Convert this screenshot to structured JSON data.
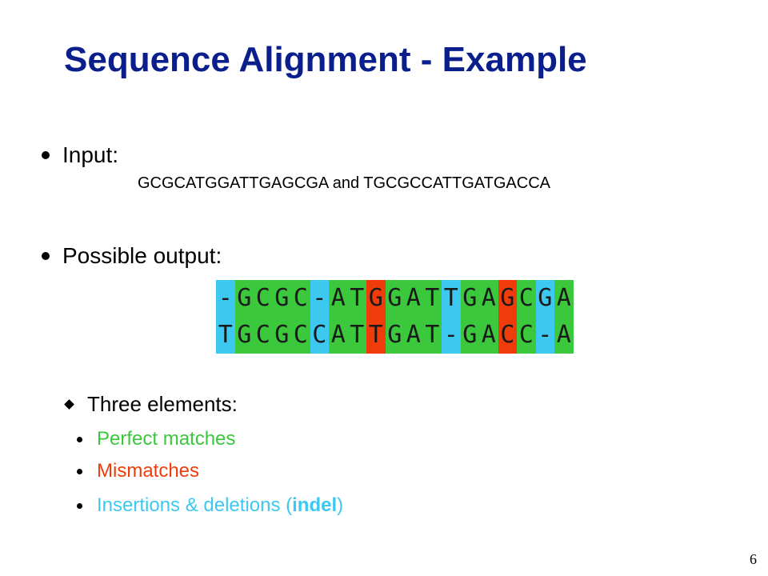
{
  "slide": {
    "title": "Sequence Alignment - Example",
    "page_number": "6"
  },
  "input": {
    "label": "Input:",
    "sequences": "GCGCATGGATTGAGCGA and TGCGCCATTGATGACCA"
  },
  "output": {
    "label": "Possible output:",
    "alignment": {
      "top": [
        "-",
        "G",
        "C",
        "G",
        "C",
        "-",
        "A",
        "T",
        "G",
        "G",
        "A",
        "T",
        "T",
        "G",
        "A",
        "G",
        "C",
        "G",
        "A"
      ],
      "bottom": [
        "T",
        "G",
        "C",
        "G",
        "C",
        "C",
        "A",
        "T",
        "T",
        "G",
        "A",
        "T",
        "-",
        "G",
        "A",
        "C",
        "C",
        "-",
        "A"
      ],
      "column_types": [
        "indel",
        "match",
        "match",
        "match",
        "match",
        "indel",
        "match",
        "match",
        "mismatch",
        "match",
        "match",
        "match",
        "indel",
        "match",
        "match",
        "mismatch",
        "match",
        "indel",
        "match"
      ]
    }
  },
  "elements": {
    "heading": "Three elements:",
    "items": [
      {
        "text": "Perfect matches",
        "color": "#3cc83c"
      },
      {
        "text": "Mismatches",
        "color": "#f03c0a"
      },
      {
        "pre": "Insertions & deletions (",
        "bold": "indel",
        "post": ")",
        "color": "#3cc8f0"
      }
    ]
  },
  "colors": {
    "title": "#0a1e8c",
    "match": "#3cc83c",
    "mismatch": "#f03c0a",
    "indel": "#3cc8f0"
  }
}
